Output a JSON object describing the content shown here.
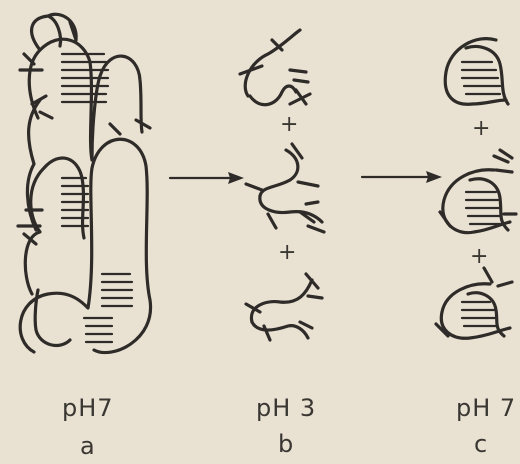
{
  "panels": [
    {
      "ph_label": "pH7",
      "letter": "a"
    },
    {
      "ph_label": "pH 3",
      "letter": "b"
    },
    {
      "ph_label": "pH 7",
      "letter": "c"
    }
  ],
  "plus_sign": "+",
  "colors": {
    "ink": "#2e2b28",
    "paper": "#e9e2d3"
  }
}
